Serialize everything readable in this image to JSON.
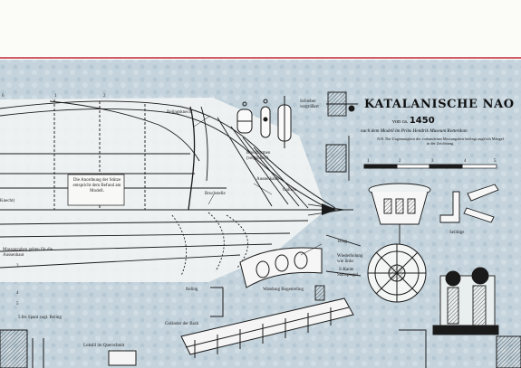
{
  "title": "KATALANISCHE NAO",
  "subtitle": {
    "prefix": "von ca.",
    "year": "1450"
  },
  "source": "nach dem Modell im Prins Hendrik Museum Rotterdam",
  "note": "N.B. Die Ungenauigkeit der vorhandenen Massangaben bedingt zugleich Mängel in der Zeichnung.",
  "scale_ticks": [
    "1",
    "2",
    "3",
    "4",
    "5"
  ],
  "labels": {
    "reling_knecht": "Relingsknecht",
    "bloeckformen": "Blockformen (vergrößert)",
    "schieber": "Schieber vergrößert",
    "aussenkante": "Aussenkante",
    "gallion": "Gallion",
    "bruchstelle": "Bruchstelle",
    "anordnung": "Die Anordnung der Stütze entspricht dem Befund am Modell.",
    "knecht": "Knecht)",
    "massangaben": "Massangaben gelten für die Aussenhaut",
    "fes_spant": "5 fes Spant zugl. Reling",
    "reling": "Reling",
    "ring": "Ring",
    "wiederholung": "Wiederholung wie links",
    "skante": "S-Kante",
    "stabspiegel": "Stabspiegel",
    "wandung": "Wandung Bogenreling",
    "gelaender": "Geländer der Back",
    "lokslil": "Lokslil im Querschnitt",
    "seilinge": "Seilinge"
  },
  "station_numbers": [
    "1",
    "2",
    "3",
    "4",
    "5",
    "6"
  ],
  "colors": {
    "paper": "#fbfbf7",
    "blueprint": "#b9cbd6",
    "ink": "#1a1a1a",
    "border_red": "#c2283a"
  }
}
